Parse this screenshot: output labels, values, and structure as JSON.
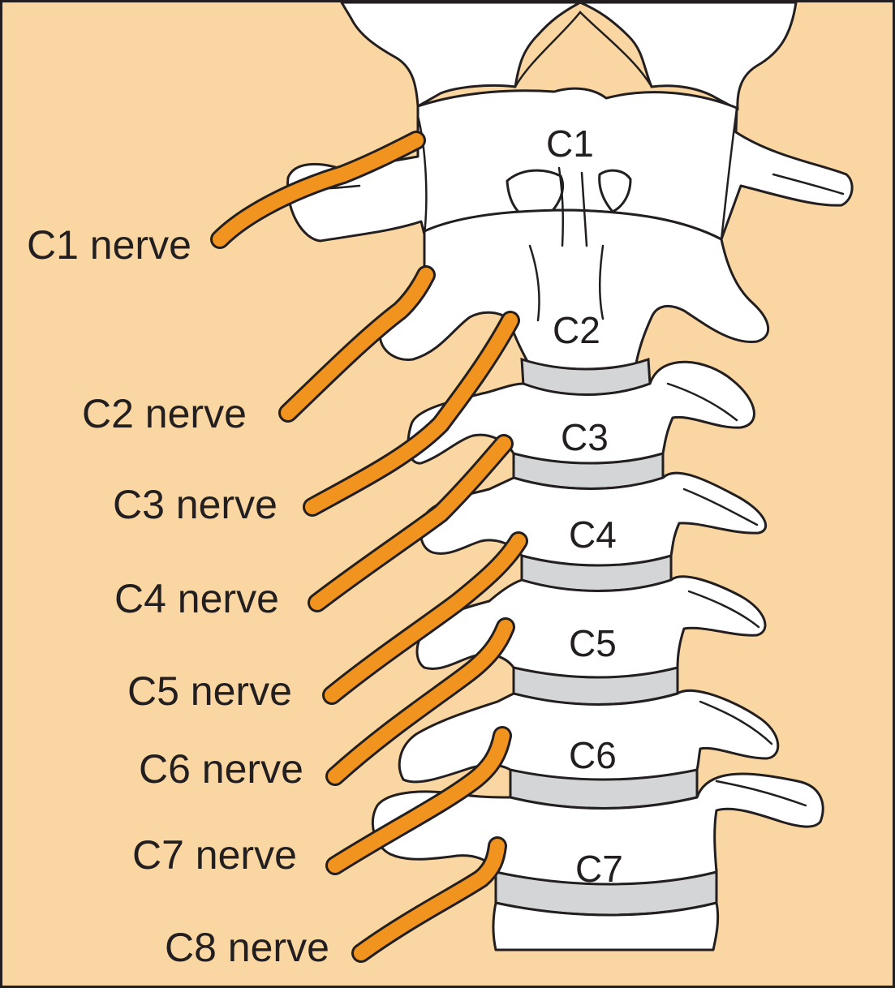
{
  "colors": {
    "background": "#fad7a2",
    "nerve": "#f0941f",
    "bone": "#ffffff",
    "disc": "#d4d5d6",
    "outline": "#231f20"
  },
  "vertebrae": [
    "C1",
    "C2",
    "C3",
    "C4",
    "C5",
    "C6",
    "C7"
  ],
  "nerves": [
    "C1 nerve",
    "C2 nerve",
    "C3 nerve",
    "C4 nerve",
    "C5 nerve",
    "C6 nerve",
    "C7 nerve",
    "C8 nerve"
  ]
}
